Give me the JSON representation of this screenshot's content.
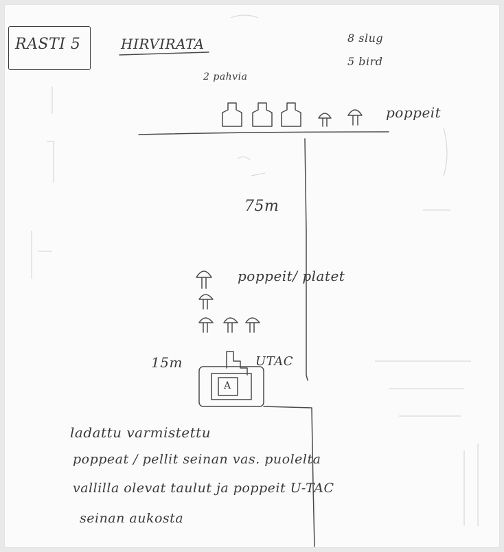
{
  "header": {
    "station_label": "RASTI 5",
    "title": "HIRVIRATA",
    "slug_count": "8 slug",
    "bird_count": "5 bird"
  },
  "diagram": {
    "targets_label": "2 pahvia",
    "poppers_label_top": "poppeit",
    "distance_far": "75m",
    "poppers_plates_label": "poppeit/ platet",
    "distance_near": "15m",
    "utac_label": "UTAC",
    "start_marker": "A"
  },
  "notes": {
    "line1": "ladattu varmistettu",
    "line2": "poppeat / pellit   seinan vas. puolelta",
    "line3": "vallilla olevat taulut ja poppeit U-TAC",
    "line4": "seinan aukosta"
  }
}
